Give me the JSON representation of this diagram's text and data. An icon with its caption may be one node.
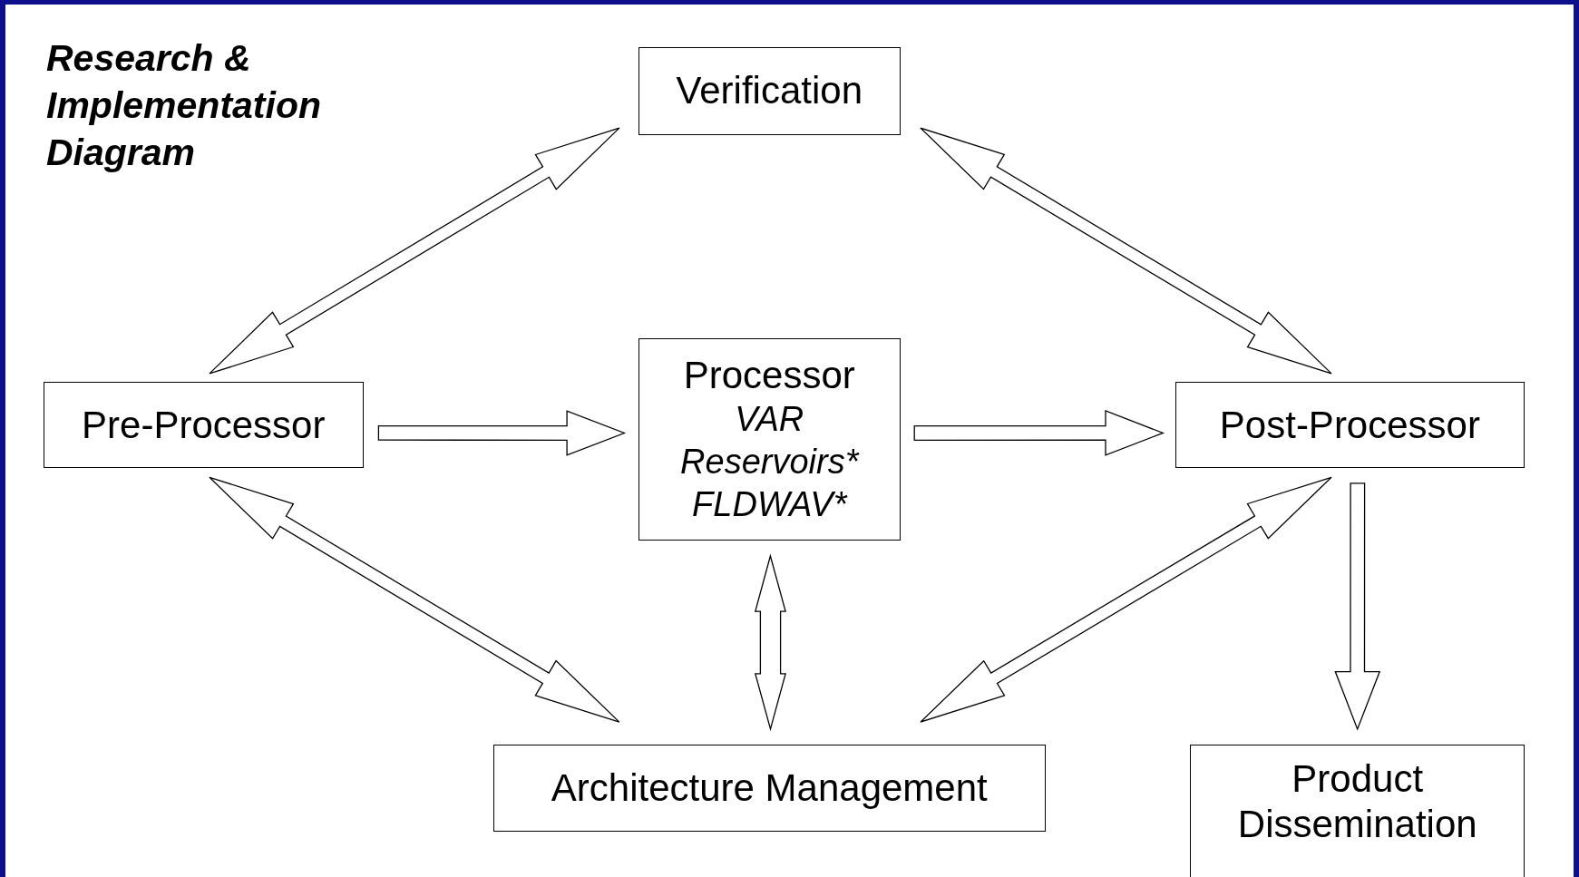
{
  "diagram": {
    "title": "Research & Implementation Diagram",
    "nodes": [
      {
        "text": [
          "Verification"
        ]
      },
      {
        "text": [
          "Pre-Processor"
        ]
      },
      {
        "text": [
          "Processor",
          "VAR",
          "Reservoirs*",
          "FLDWAV*"
        ]
      },
      {
        "text": [
          "Post-Processor"
        ]
      },
      {
        "text": [
          "Architecture Management"
        ]
      },
      {
        "text": [
          "Product Dissemination"
        ]
      }
    ],
    "edges": [
      {
        "from": 1,
        "to": 0,
        "arrow": "both"
      },
      {
        "from": 0,
        "to": 3,
        "arrow": "both"
      },
      {
        "from": 1,
        "to": 2,
        "arrow": "to"
      },
      {
        "from": 2,
        "to": 3,
        "arrow": "to"
      },
      {
        "from": 1,
        "to": 4,
        "arrow": "both"
      },
      {
        "from": 2,
        "to": 4,
        "arrow": "both"
      },
      {
        "from": 3,
        "to": 4,
        "arrow": "both"
      },
      {
        "from": 3,
        "to": 5,
        "arrow": "to"
      }
    ]
  }
}
